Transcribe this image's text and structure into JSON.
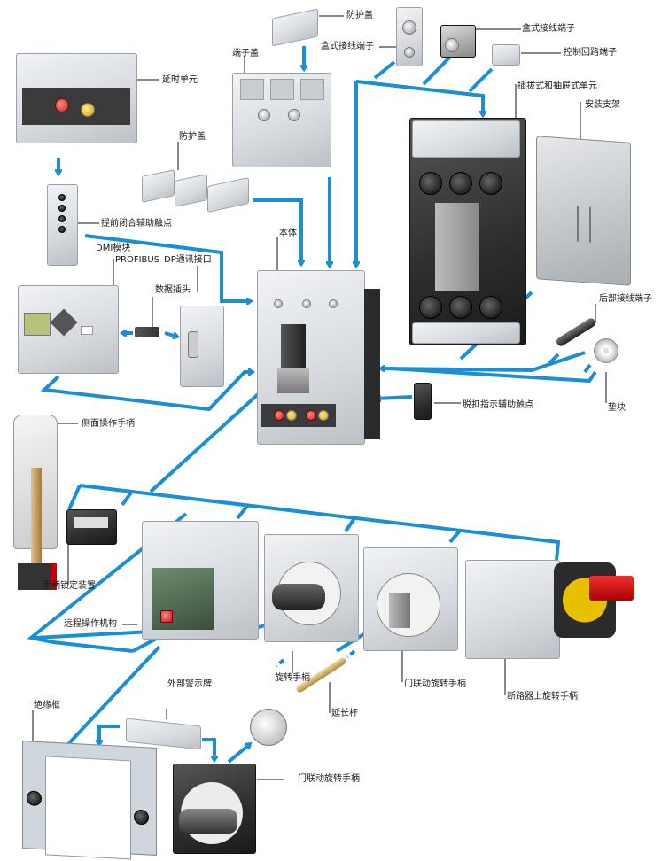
{
  "diagram": {
    "title": "Molded case circuit breaker accessories overview",
    "accent_color": "#1a8fd6",
    "labels": {
      "protective_cover_top": "防护盖",
      "terminal_cover": "端子盖",
      "box_terminal_left": "盒式接线端子",
      "box_terminal_right": "盒式接线端子",
      "control_circuit_terminal": "控制回路端子",
      "plugin_withdrawable_unit": "插拔式和抽屉式单元",
      "mounting_bracket": "安装支架",
      "delay_unit": "延时单元",
      "protective_cover_mid": "防护盖",
      "early_make_aux_contact": "提前闭合辅助触点",
      "dmi_module": "DMI模块",
      "profibus_interface": "PROFIBUS–DP通讯接口",
      "data_plug": "数据插头",
      "main_body": "本体",
      "rear_terminal": "后部接线端子",
      "spacer": "垫块",
      "trip_indicator_aux_contact": "脱扣指示辅助触点",
      "side_operating_handle": "侧面操作手柄",
      "handle_locking_device": "手柄锁定装置",
      "motor_operator": "远程操作机构",
      "rotary_handle": "旋转手柄",
      "door_coupling_rotary_handle_mid": "门联动旋转手柄",
      "breaker_mounted_rotary_handle": "断路器上旋转手柄",
      "extension_shaft": "延长杆",
      "insulating_frame": "绝缘框",
      "external_warning_sign": "外部警示牌",
      "door_coupling_rotary_handle_bottom": "门联动旋转手柄"
    }
  }
}
